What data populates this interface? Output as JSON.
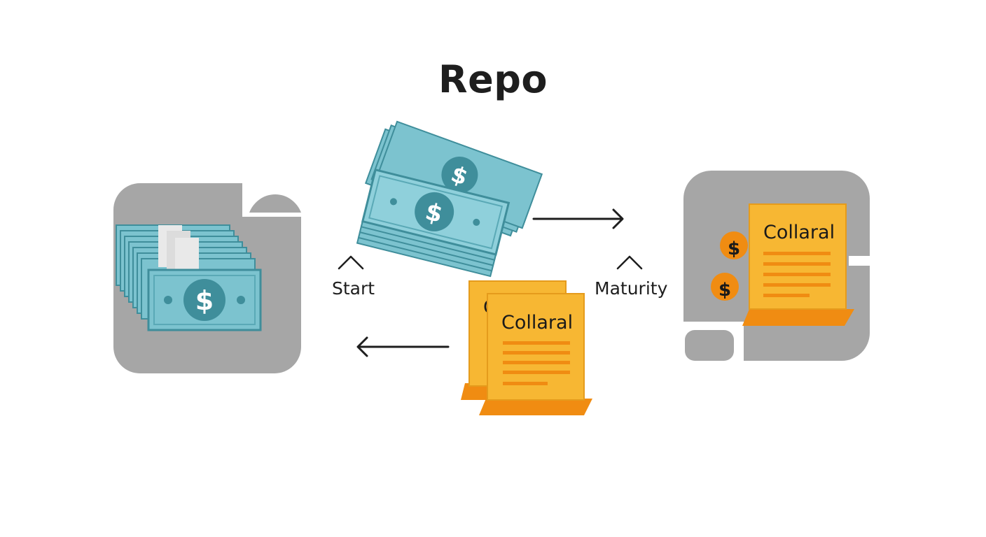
{
  "title": "Repo",
  "labels": {
    "start": "Start",
    "maturity": "Maturity"
  },
  "documents": {
    "center_label": "Collaral",
    "right_label": "Collaral"
  },
  "currency_symbol": "$",
  "colors": {
    "cash": "#7cc3cf",
    "cash_dark": "#3f8e9b",
    "collateral": "#f7b733",
    "collateral_dark": "#f08c12",
    "party_box": "#a6a6a6"
  }
}
